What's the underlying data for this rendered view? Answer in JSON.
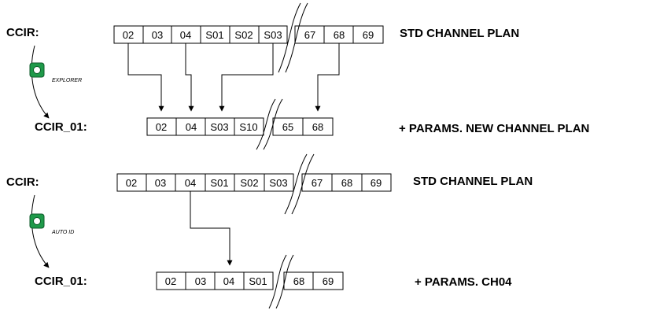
{
  "sections": [
    {
      "top_label": "CCIR:",
      "top_cells_left": [
        "02",
        "03",
        "04",
        "S01",
        "S02",
        "S03"
      ],
      "top_cells_right": [
        "67",
        "68",
        "69"
      ],
      "top_caption": "STD CHANNEL PLAN",
      "tool_label": "EXPLORER",
      "bottom_label": "CCIR_01:",
      "bottom_cells_left": [
        "02",
        "04",
        "S03",
        "S10"
      ],
      "bottom_cells_right": [
        "65",
        "68"
      ],
      "bottom_caption": "+ PARAMS. NEW CHANNEL PLAN"
    },
    {
      "top_label": "CCIR:",
      "top_cells_left": [
        "02",
        "03",
        "04",
        "S01",
        "S02",
        "S03"
      ],
      "top_cells_right": [
        "67",
        "68",
        "69"
      ],
      "top_caption": "STD CHANNEL PLAN",
      "tool_label": "AUTO ID",
      "bottom_label": "CCIR_01:",
      "bottom_cells_left": [
        "02",
        "03",
        "04",
        "S01"
      ],
      "bottom_cells_right": [
        "68",
        "69"
      ],
      "bottom_caption": "+ PARAMS. CH04"
    }
  ],
  "colors": {
    "tool_green": "#1f9a4a"
  }
}
